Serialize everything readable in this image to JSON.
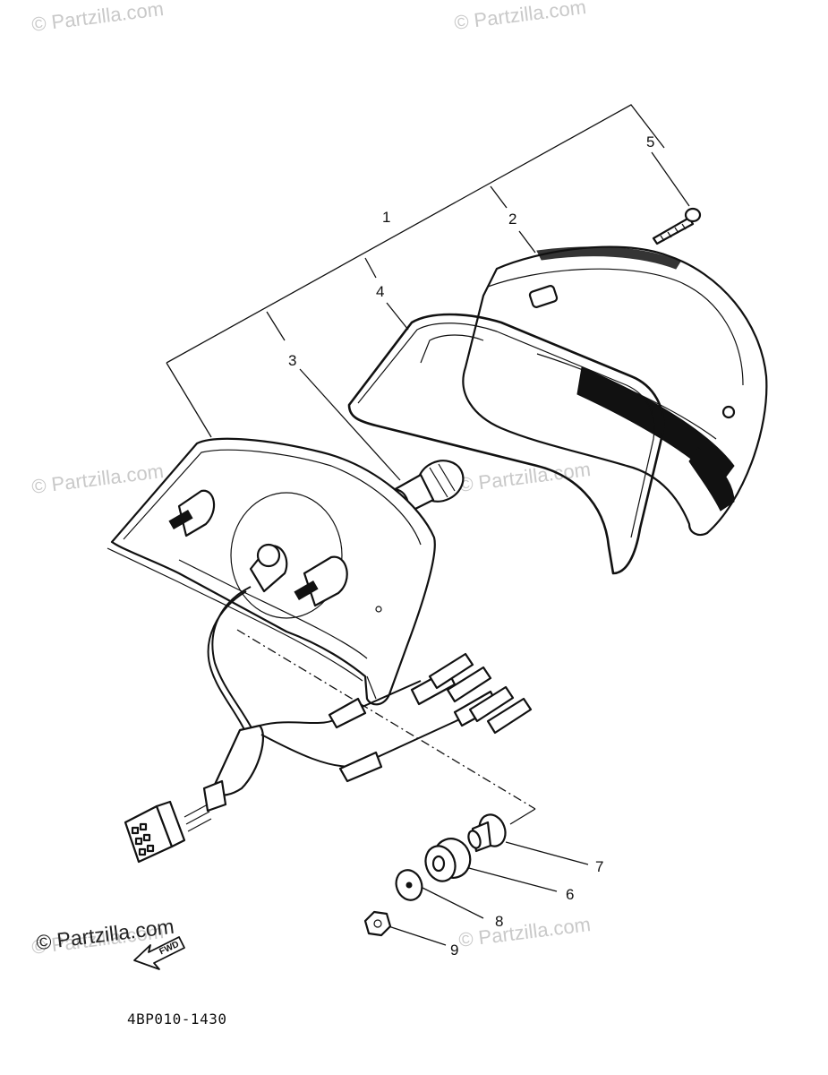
{
  "watermarks": [
    "© Partzilla.com",
    "© Partzilla.com",
    "© Partzilla.com",
    "© Partzilla.com",
    "© Partzilla.com",
    "© Partzilla.com"
  ],
  "brand_watermark": "© Partzilla.com",
  "diagram_code": "4BP010-1430",
  "fwd_label": "FWD",
  "callouts": [
    "1",
    "2",
    "3",
    "4",
    "5",
    "6",
    "7",
    "8",
    "9"
  ]
}
